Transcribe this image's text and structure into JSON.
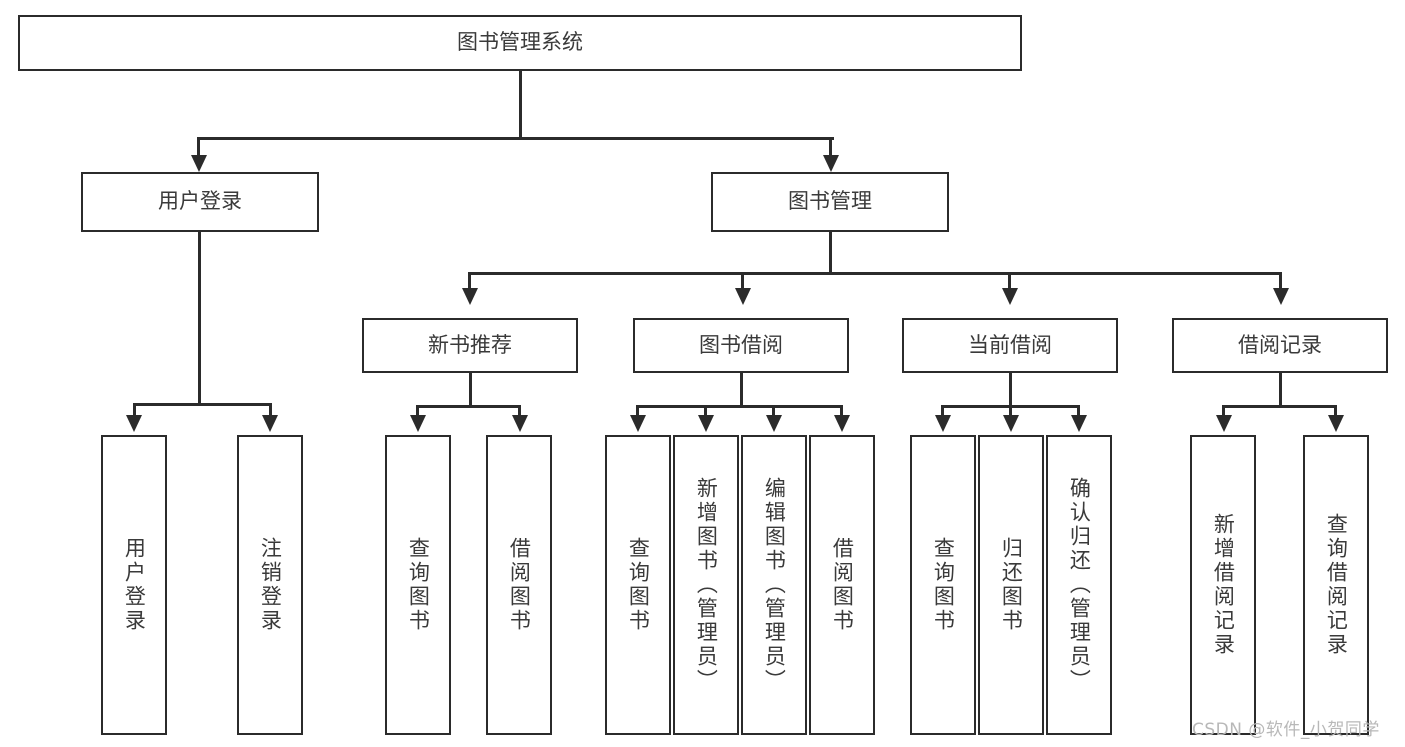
{
  "diagram": {
    "title": "图书管理系统",
    "type": "tree",
    "root": {
      "label": "图书管理系统"
    },
    "level2": [
      {
        "label": "用户登录"
      },
      {
        "label": "图书管理"
      }
    ],
    "level3": [
      {
        "label": "新书推荐"
      },
      {
        "label": "图书借阅"
      },
      {
        "label": "当前借阅"
      },
      {
        "label": "借阅记录"
      }
    ],
    "leaves": {
      "user_login": [
        {
          "label": "用户登录"
        },
        {
          "label": "注销登录"
        }
      ],
      "new_book_recommend": [
        {
          "label": "查询图书"
        },
        {
          "label": "借阅图书"
        }
      ],
      "book_borrow": [
        {
          "label": "查询图书"
        },
        {
          "label": "新增图书（管理员）"
        },
        {
          "label": "编辑图书（管理员）"
        },
        {
          "label": "借阅图书"
        }
      ],
      "current_borrow": [
        {
          "label": "查询图书"
        },
        {
          "label": "归还图书"
        },
        {
          "label": "确认归还（管理员）"
        }
      ],
      "borrow_record": [
        {
          "label": "新增借阅记录"
        },
        {
          "label": "查询借阅记录"
        }
      ]
    }
  },
  "watermark": {
    "text": "CSDN @软件_小贺同学"
  },
  "colors": {
    "border": "#2b2b2b",
    "text": "#3a3a3a",
    "background": "#ffffff",
    "watermark": "#b8b8b8"
  }
}
